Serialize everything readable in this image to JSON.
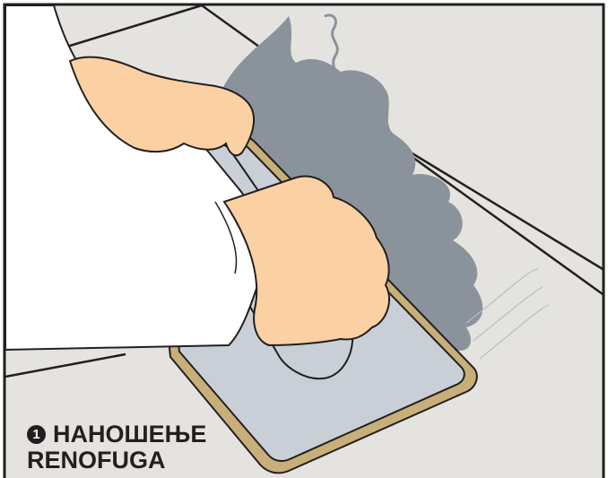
{
  "illustration": {
    "subject": "hands spreading grout with a rubber float on tiles",
    "colors": {
      "background": "#e4e3df",
      "frame": "#231f20",
      "grout": "#8a939b",
      "float_pad": "#c8cfd7",
      "float_rim": "#c8ae78",
      "skin": "#fbd0a3",
      "sleeve": "#ffffff"
    }
  },
  "caption": {
    "step_number": "1",
    "line1": "НАНОШЕЊЕ",
    "line2": "RENOFUGA"
  }
}
